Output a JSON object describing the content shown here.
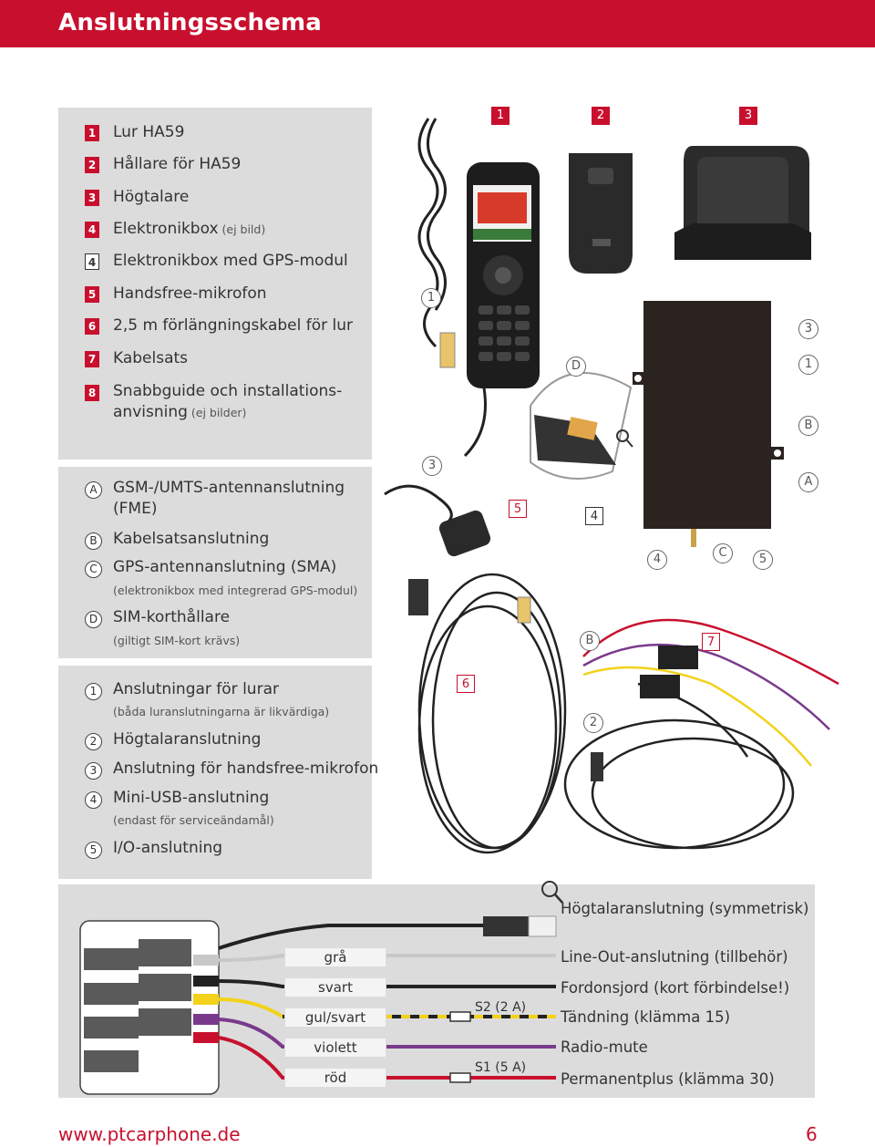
{
  "header": {
    "title": "Anslutningsschema"
  },
  "parts": [
    {
      "num": "1",
      "label": "Lur HA59",
      "suffix": ""
    },
    {
      "num": "2",
      "label": "Hållare för HA59",
      "suffix": ""
    },
    {
      "num": "3",
      "label": "Högtalare",
      "suffix": ""
    },
    {
      "num": "4",
      "label": "Elektronikbox",
      "suffix": " (ej bild)"
    },
    {
      "num": "4",
      "label": "Elektronikbox med GPS-modul",
      "suffix": ""
    },
    {
      "num": "5",
      "label": "Handsfree-mikrofon",
      "suffix": ""
    },
    {
      "num": "6",
      "label": "2,5 m förlängningskabel för lur",
      "suffix": ""
    },
    {
      "num": "7",
      "label": "Kabelsats",
      "suffix": ""
    },
    {
      "num": "8",
      "label": "Snabbguide och installations-",
      "line2": "anvisning",
      "suffix": " (ej bilder)"
    }
  ],
  "ports": [
    {
      "letter": "A",
      "label": "GSM-/UMTS-antennanslutning",
      "line2": "(FME)"
    },
    {
      "letter": "B",
      "label": "Kabelsatsanslutning"
    },
    {
      "letter": "C",
      "label": "GPS-antennanslutning (SMA)",
      "sub": "(elektronikbox med integrerad GPS-modul)"
    },
    {
      "letter": "D",
      "label": "SIM-korthållare",
      "sub": "(giltigt SIM-kort krävs)"
    }
  ],
  "connections": [
    {
      "num": "1",
      "label": "Anslutningar för lurar",
      "sub": "(båda luranslutningarna är likvärdiga)"
    },
    {
      "num": "2",
      "label": "Högtalaranslutning"
    },
    {
      "num": "3",
      "label": "Anslutning för handsfree-mikrofon"
    },
    {
      "num": "4",
      "label": "Mini-USB-anslutning",
      "sub": "(endast för serviceändamål)"
    },
    {
      "num": "5",
      "label": "I/O-anslutning"
    }
  ],
  "photo_callouts": {
    "top": [
      "1",
      "2",
      "3"
    ],
    "handset_port": "1",
    "sim_letter": "D",
    "box_right_3": "3",
    "box_right_1": "1",
    "box_right_B": "B",
    "mic_num": "3",
    "mic_item": "5",
    "box_item": "4",
    "box_A": "A",
    "box_4": "4",
    "box_C": "C",
    "box_5": "5",
    "ext_cable": "6",
    "harness_B": "B",
    "harness_item": "7",
    "speaker_conn": "2"
  },
  "wiring": {
    "speaker_label": "Högtalaranslutning (symmetrisk)",
    "wires": [
      {
        "color_name": "grå",
        "color": "#c8c8c8",
        "target": "Line-Out-anslutning (tillbehör)"
      },
      {
        "color_name": "svart",
        "color": "#222222",
        "target": "Fordonsjord (kort förbindelse!)"
      },
      {
        "color_name": "gul/svart",
        "color": "#f2d21b",
        "target": "Tändning (klämma 15)"
      },
      {
        "color_name": "violett",
        "color": "#7a3a8c",
        "target": "Radio-mute"
      },
      {
        "color_name": "röd",
        "color": "#c8102e",
        "target": "Permanentplus (klämma 30)"
      }
    ],
    "fuse_s2": "S2 (2 A)",
    "fuse_s1": "S1 (5 A)"
  },
  "footer": {
    "url": "www.ptcarphone.de",
    "page": "6"
  },
  "colors": {
    "brand": "#c8102e",
    "panel": "#dcdcdc"
  }
}
